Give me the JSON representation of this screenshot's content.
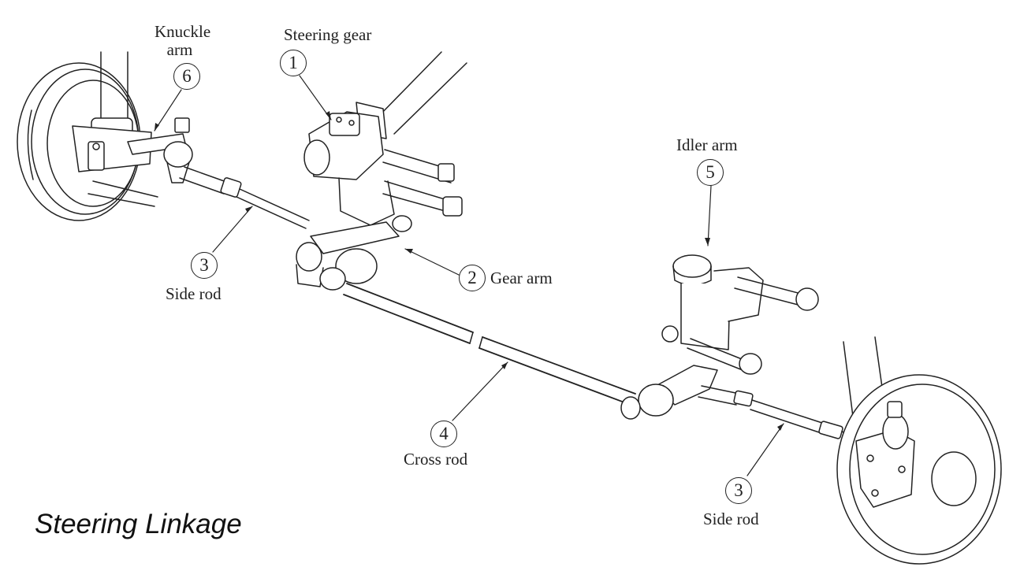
{
  "title": "Steering Linkage",
  "parts": [
    {
      "number": "1",
      "label": "Steering gear"
    },
    {
      "number": "2",
      "label": "Gear arm"
    },
    {
      "number": "3",
      "label": "Side rod"
    },
    {
      "number": "4",
      "label": "Cross rod"
    },
    {
      "number": "5",
      "label": "Idler arm"
    },
    {
      "number": "6",
      "label": "Knuckle arm"
    }
  ],
  "knuckle_arm_label": {
    "line1": "Knuckle",
    "line2": "arm"
  }
}
